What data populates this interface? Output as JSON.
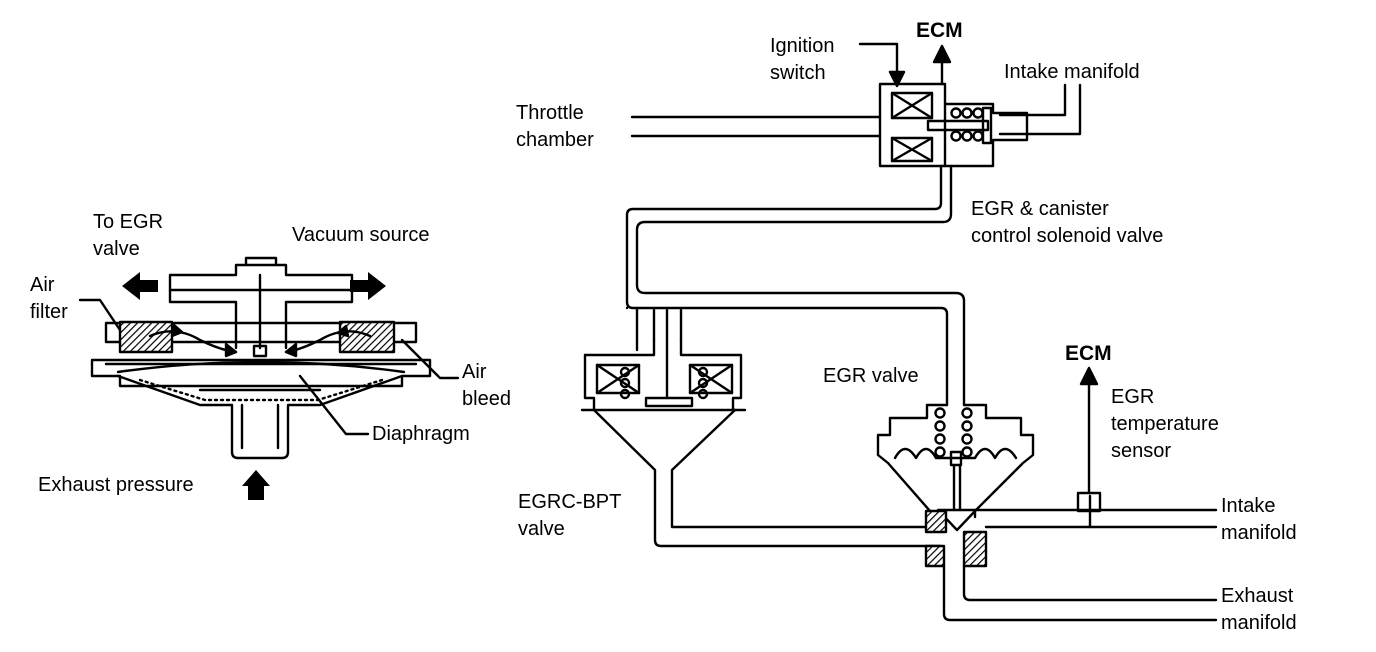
{
  "labels": {
    "ecm_top": "ECM",
    "ignition": [
      "Ignition",
      "switch"
    ],
    "intake_top": "Intake manifold",
    "throttle": [
      "Throttle",
      "chamber"
    ],
    "solenoid": [
      "EGR & canister",
      "control solenoid valve"
    ],
    "to_egr": [
      "To EGR",
      "valve"
    ],
    "vacuum": "Vacuum source",
    "air_filter": [
      "Air",
      "filter"
    ],
    "air_bleed": [
      "Air",
      "bleed"
    ],
    "diaphragm": "Diaphragm",
    "exhaust_pressure": "Exhaust pressure",
    "egr_valve": "EGR valve",
    "ecm_right": "ECM",
    "temp_sensor": [
      "EGR",
      "temperature",
      "sensor"
    ],
    "egrc_bpt": [
      "EGRC-BPT",
      "valve"
    ],
    "intake_bottom": [
      "Intake",
      "manifold"
    ],
    "exhaust_manifold": [
      "Exhaust",
      "manifold"
    ]
  },
  "colors": {
    "line": "#000000",
    "hatch_fill": "#555555",
    "background": "#ffffff"
  }
}
